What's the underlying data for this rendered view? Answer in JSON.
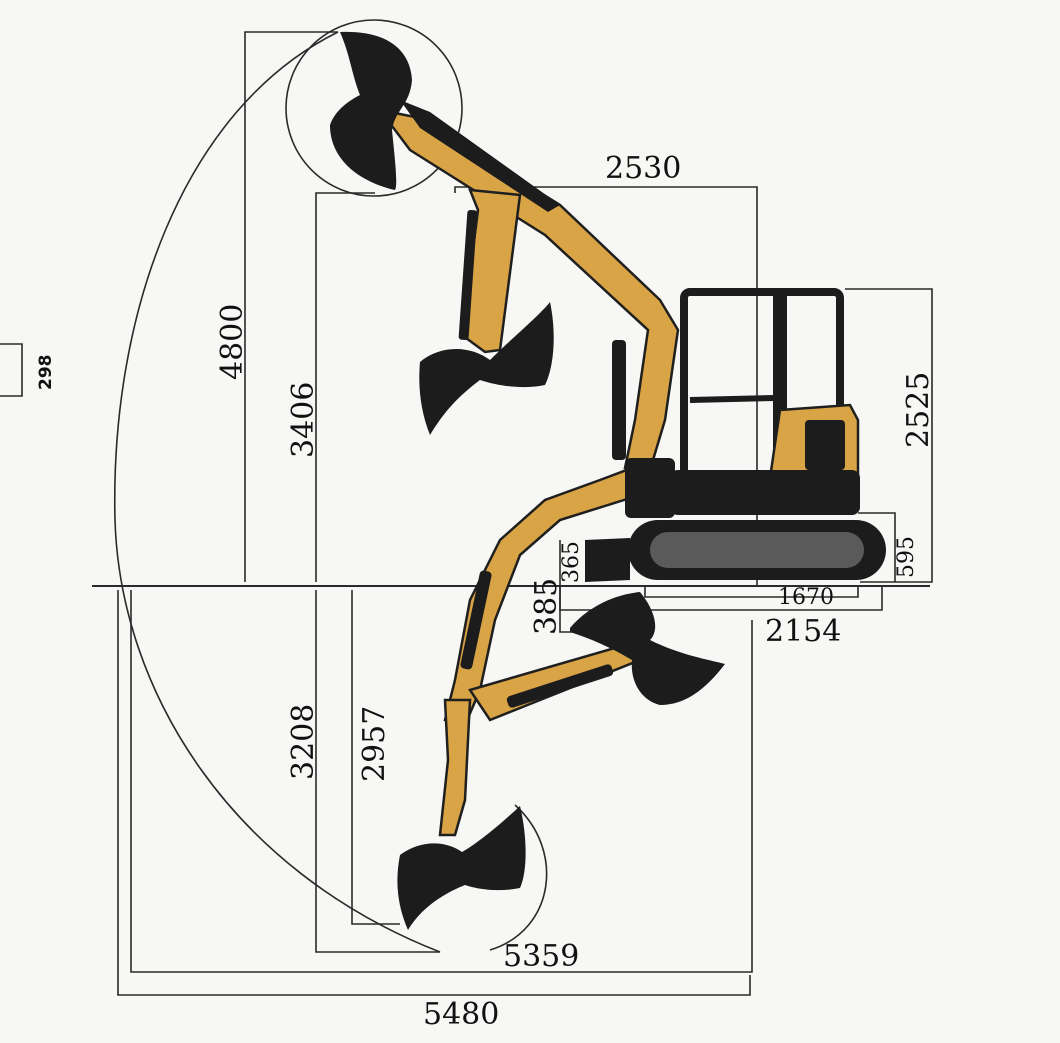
{
  "dimensions": {
    "max_digging_height": "4800",
    "max_dump_height": "3406",
    "max_digging_depth": "3208",
    "max_vertical_wall_depth": "2957",
    "max_reach_ground": "5359",
    "max_digging_reach": "5480",
    "tail_radius": "2530",
    "overall_height": "2525",
    "ground_clearance": "595",
    "track_length": "1670",
    "undercarriage_length": "2154",
    "blade_lift": "365",
    "blade_drop": "385",
    "side_value": "298"
  },
  "colors": {
    "boom": "#d9a446",
    "machine": "#1c1c1c",
    "lines": "#2a2a2a",
    "background": "#f7f7f5"
  }
}
